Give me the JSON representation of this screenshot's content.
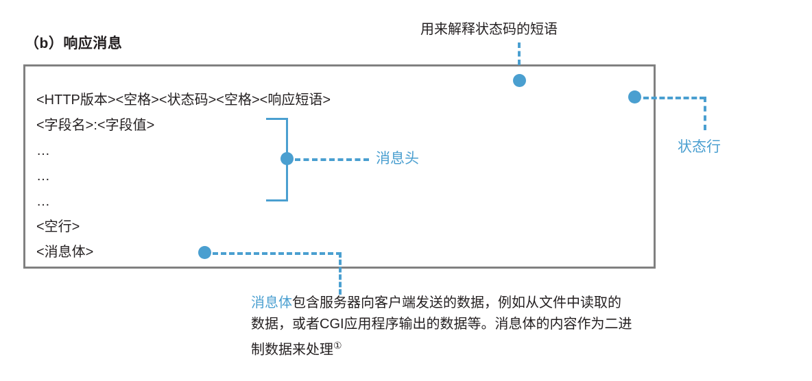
{
  "figure": {
    "caption": "（b）响应消息"
  },
  "colors": {
    "accent_blue": "#4a9fd0",
    "box_border_gray": "#808080",
    "text_black": "#231f20"
  },
  "message_box": {
    "lines": [
      "<HTTP版本><空格><状态码><空格><响应短语>",
      "<字段名>:<字段值>",
      "…",
      "…",
      "…",
      "<空行>",
      "<消息体>"
    ]
  },
  "annotations": {
    "status_phrase": {
      "label": "用来解释状态码的短语",
      "color": "#231f20"
    },
    "message_headers": {
      "label": "消息头",
      "color": "#4a9fd0"
    },
    "status_line": {
      "label": "状态行",
      "color": "#4a9fd0"
    }
  },
  "body_note": {
    "highlight": "消息体",
    "lines": [
      "包含服务器向客户端发送的数据，例如从文件中读取的",
      "数据，或者CGI应用程序输出的数据等。消息体的内容作为二进",
      "制数据来处理"
    ],
    "footnote_marker": "①"
  },
  "icons": {
    "connector_dot": "filled-circle",
    "connector_line": "dashed-line",
    "brace": "square-bracket"
  }
}
